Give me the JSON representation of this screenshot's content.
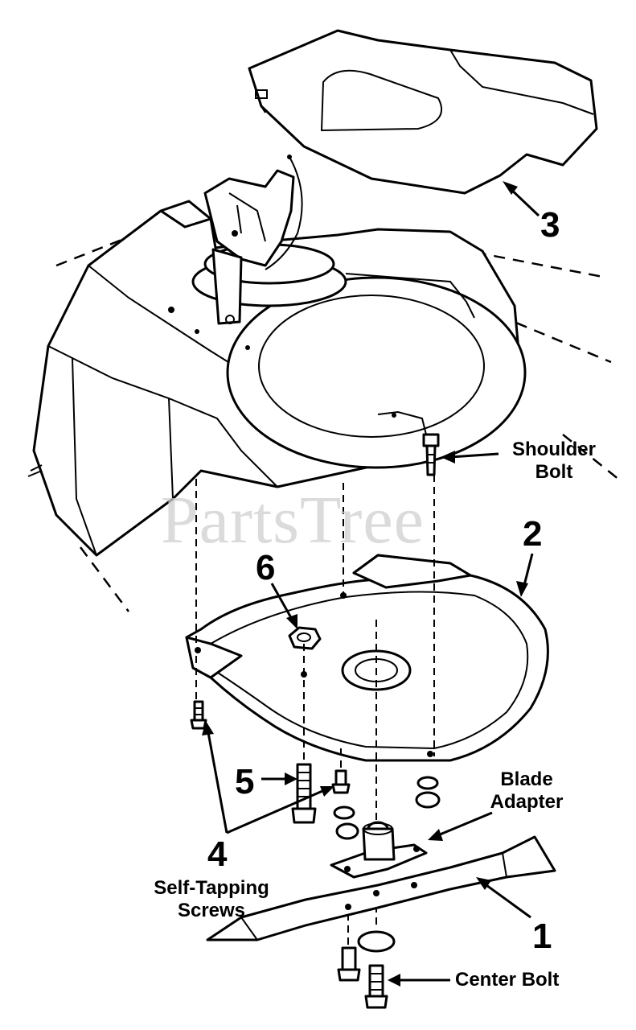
{
  "watermark": "PartsTree",
  "callouts": {
    "part_1": "1",
    "part_2": "2",
    "part_3": "3",
    "part_4": "4",
    "part_5": "5",
    "part_6": "6"
  },
  "labels": {
    "shoulder_bolt_line1": "Shoulder",
    "shoulder_bolt_line2": "Bolt",
    "blade_adapter_line1": "Blade",
    "blade_adapter_line2": "Adapter",
    "self_tapping_line1": "Self-Tapping",
    "self_tapping_line2": "Screws",
    "center_bolt": "Center Bolt"
  }
}
